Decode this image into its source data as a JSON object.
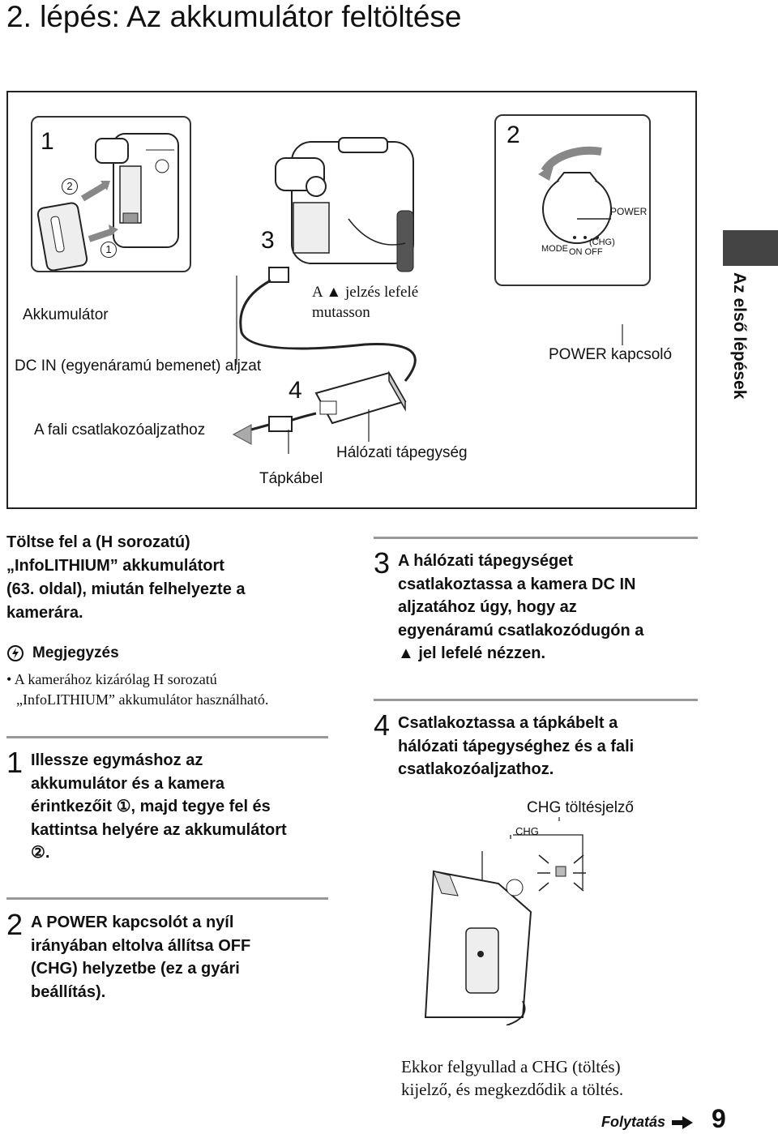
{
  "page_title": "2. lépés: Az akkumulátor feltöltése",
  "side_tab": "Az első lépések",
  "figure": {
    "panel1_number": "1",
    "panel2_number": "2",
    "step3_number": "3",
    "step4_number": "4",
    "circled_1": "1",
    "circled_2": "2",
    "label_battery": "Akkumulátor",
    "label_dc_in": "DC IN (egyenáramú bemenet) aljzat",
    "label_wall": "A fali csatlakozóaljzathoz",
    "label_cable": "Tápkábel",
    "label_arrow_line1": "A ▲ jelzés lefelé",
    "label_arrow_line2": "mutasson",
    "label_adapter": "Hálózati tápegység",
    "label_power_switch": "POWER kapcsoló",
    "dial_power": "POWER",
    "dial_chg": "(CHG)",
    "dial_mode": "MODE",
    "dial_on_off": "ON OFF"
  },
  "intro": {
    "line1": "Töltse fel a (H sorozatú)",
    "line2": "„InfoLITHIUM” akkumulátort",
    "line3": "(63. oldal), miután felhelyezte a",
    "line4": "kamerára."
  },
  "note": {
    "heading": "Megjegyzés",
    "line1": "• A kamerához kizárólag H sorozatú",
    "line2": "„InfoLITHIUM” akkumulátor használható."
  },
  "steps": {
    "s1_num": "1",
    "s1_l1": "Illessze egymáshoz az",
    "s1_l2": "akkumulátor és a kamera",
    "s1_l3": "érintkezőit ①, majd tegye fel és",
    "s1_l4": "kattintsa helyére az akkumulátort",
    "s1_l5": "②.",
    "s2_num": "2",
    "s2_l1": "A POWER kapcsolót a nyíl",
    "s2_l2": "irányában eltolva állítsa OFF",
    "s2_l3": "(CHG) helyzetbe (ez a gyári",
    "s2_l4": "beállítás).",
    "s3_num": "3",
    "s3_l1": "A hálózati tápegységet",
    "s3_l2": "csatlakoztassa a kamera DC IN",
    "s3_l3": "aljzatához úgy, hogy az",
    "s3_l4": "egyenáramú csatlakozódugón a",
    "s3_l5": "▲ jel lefelé nézzen.",
    "s4_num": "4",
    "s4_l1": "Csatlakoztassa a tápkábelt a",
    "s4_l2": "hálózati tápegységhez és a fali",
    "s4_l3": "csatlakozóaljzathoz."
  },
  "chg_figure": {
    "label_indicator": "CHG töltésjelző",
    "label_chg": "CHG"
  },
  "result": {
    "line1": "Ekkor felgyullad a CHG (töltés)",
    "line2": "kijelző, és megkezdődik a töltés."
  },
  "footer": {
    "continue_label": "Folytatás",
    "page_number": "9"
  }
}
